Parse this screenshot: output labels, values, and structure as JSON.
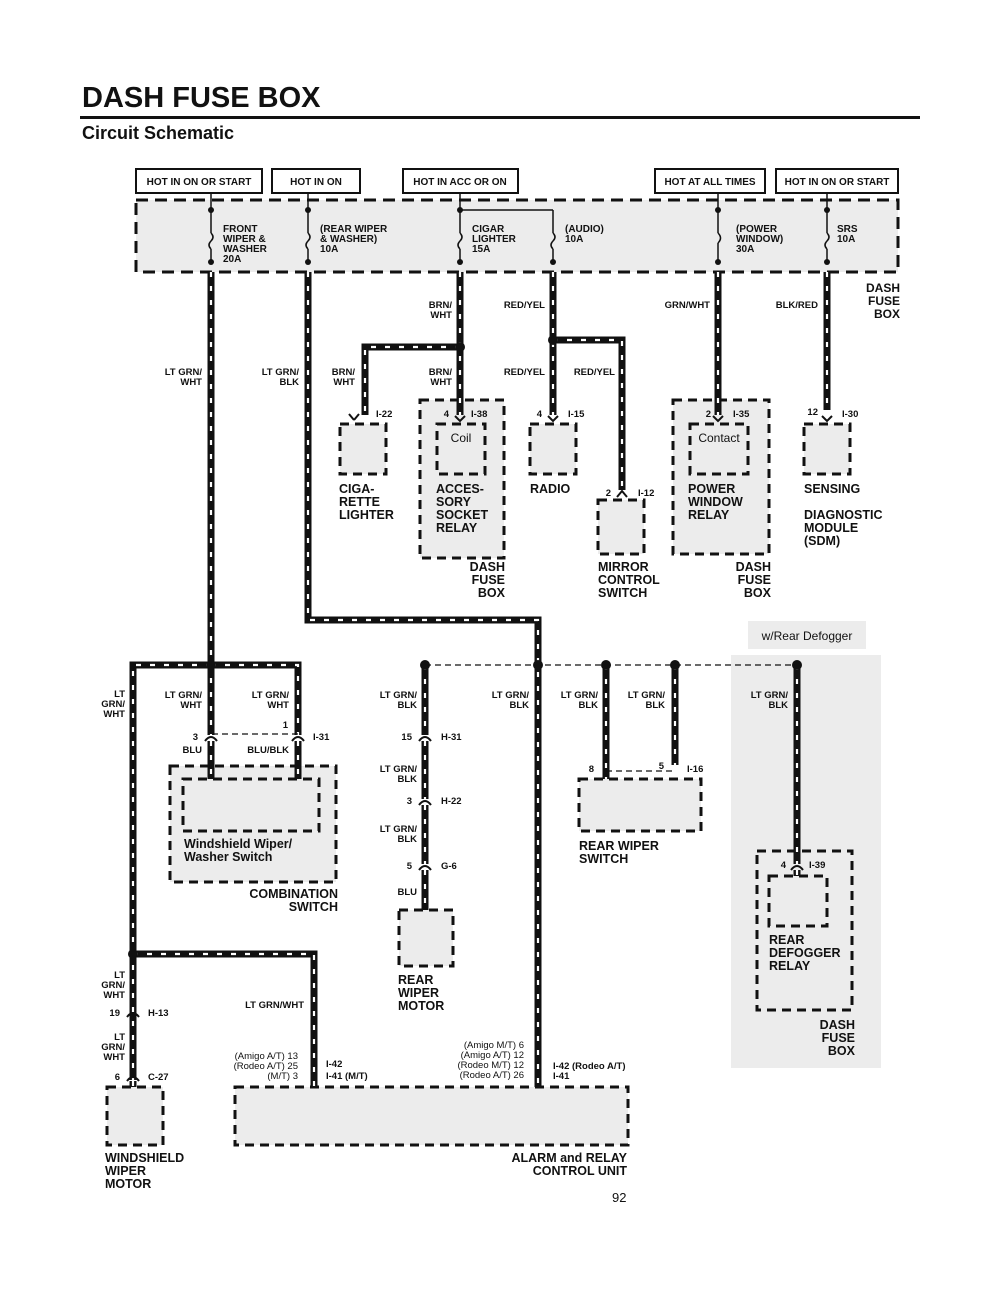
{
  "header": {
    "title": "DASH FUSE BOX",
    "subtitle": "Circuit Schematic",
    "page_number": "92"
  },
  "supply_boxes": [
    "HOT IN ON OR START",
    "HOT IN ON",
    "HOT IN ACC OR ON",
    "HOT AT ALL TIMES",
    "HOT IN ON OR START"
  ],
  "fuses": [
    [
      "FRONT",
      "WIPER &",
      "WASHER",
      "20A"
    ],
    [
      "(REAR WIPER",
      "& WASHER)",
      "10A"
    ],
    [
      "CIGAR",
      "LIGHTER",
      "15A"
    ],
    [
      "(AUDIO)",
      "10A"
    ],
    [
      "(POWER",
      "WINDOW)",
      "30A"
    ],
    [
      "SRS",
      "10A"
    ]
  ],
  "labels": {
    "dash_fuse_box": [
      "DASH",
      "FUSE",
      "BOX"
    ],
    "w_rear_defogger": "w/Rear Defogger",
    "coil": "Coil",
    "contact": "Contact"
  },
  "wires": {
    "brn_wht": [
      "BRN/",
      "WHT"
    ],
    "red_yel": "RED/YEL",
    "grn_wht": "GRN/WHT",
    "blk_red": "BLK/RED",
    "lt_grn_wht": [
      "LT GRN/",
      "WHT"
    ],
    "lt_grn_blk": [
      "LT GRN/",
      "BLK"
    ],
    "lt_grn_wht_3line": [
      "LT",
      "GRN/",
      "WHT"
    ],
    "lt_grn_wht_1line": "LT GRN/WHT",
    "blu": "BLU",
    "blu_blk": "BLU/BLK"
  },
  "connectors": {
    "i22": {
      "pin": "",
      "id": "I-22"
    },
    "i38": {
      "pin": "4",
      "id": "I-38"
    },
    "i15": {
      "pin": "4",
      "id": "I-15"
    },
    "i12": {
      "pin": "2",
      "id": "I-12"
    },
    "i35": {
      "pin": "2",
      "id": "I-35"
    },
    "i30": {
      "pin": "12",
      "id": "I-30"
    },
    "i31": {
      "pin_a": "3",
      "pin_b": "1",
      "id": "I-31"
    },
    "h31": {
      "pin": "15",
      "id": "H-31"
    },
    "h22": {
      "pin": "3",
      "id": "H-22"
    },
    "g6": {
      "pin": "5",
      "id": "G-6"
    },
    "i16": {
      "pin_a": "8",
      "pin_b": "5",
      "id": "I-16"
    },
    "i39": {
      "pin": "4",
      "id": "I-39"
    },
    "h13": {
      "pin": "19",
      "id": "H-13"
    },
    "c27": {
      "pin": "6",
      "id": "C-27"
    }
  },
  "alarm_pins_left": {
    "lines": [
      "(Amigo A/T) 13",
      "(Rodeo A/T) 25",
      "(M/T) 3"
    ],
    "ids": [
      "I-42",
      "I-41 (M/T)"
    ]
  },
  "alarm_pins_right": {
    "lines": [
      "(Amigo M/T) 6",
      "(Amigo A/T) 12",
      "(Rodeo M/T) 12",
      "(Rodeo A/T) 26"
    ],
    "ids": [
      "I-42 (Rodeo A/T)",
      "I-41"
    ]
  },
  "components": {
    "cigarette_lighter": [
      "CIGA-",
      "RETTE",
      "LIGHTER"
    ],
    "accessory_socket_relay": [
      "ACCES-",
      "SORY",
      "SOCKET",
      "RELAY"
    ],
    "radio": [
      "RADIO"
    ],
    "mirror_control_switch": [
      "MIRROR",
      "CONTROL",
      "SWITCH"
    ],
    "power_window_relay": [
      "POWER",
      "WINDOW",
      "RELAY"
    ],
    "sensing_module": [
      "SENSING",
      "",
      "DIAGNOSTIC",
      "MODULE",
      "(SDM)"
    ],
    "ww_switch": [
      "Windshield Wiper/",
      "Washer Switch"
    ],
    "combination_switch": [
      "COMBINATION",
      "SWITCH"
    ],
    "rear_wiper_motor": [
      "REAR",
      "WIPER",
      "MOTOR"
    ],
    "rear_wiper_switch": [
      "REAR WIPER",
      "SWITCH"
    ],
    "rear_defogger_relay": [
      "REAR",
      "DEFOGGER",
      "RELAY"
    ],
    "windshield_wiper_motor": [
      "WINDSHIELD",
      "WIPER",
      "MOTOR"
    ],
    "alarm_relay_control_unit": [
      "ALARM and RELAY",
      "CONTROL UNIT"
    ]
  }
}
